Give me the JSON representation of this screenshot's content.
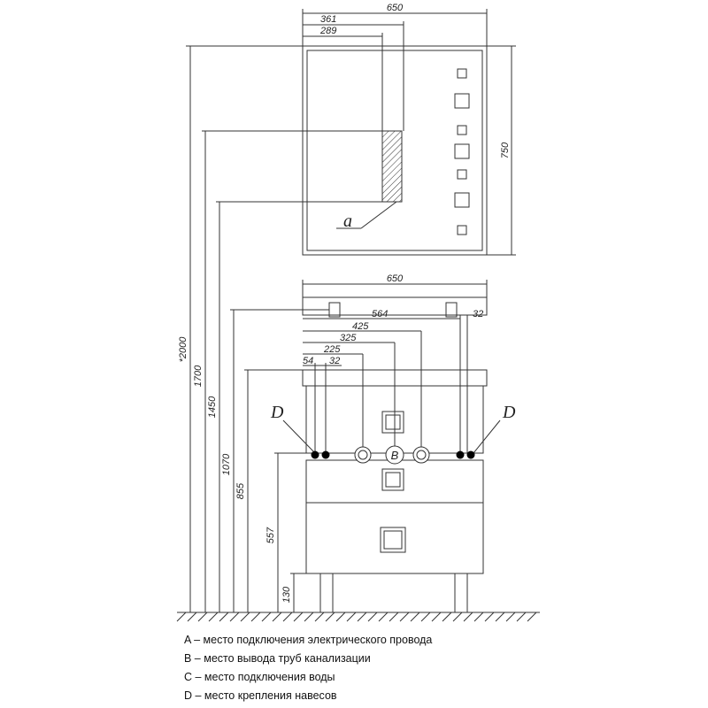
{
  "drawing": {
    "mirror": {
      "width_label": "650",
      "offset_a": "361",
      "offset_b": "289",
      "height_label": "750",
      "marker": "a"
    },
    "cabinet": {
      "width_label": "650",
      "dims_top": [
        "564",
        "32",
        "425",
        "325",
        "225",
        "54",
        "32"
      ],
      "markers": {
        "d_left": "D",
        "d_right": "D",
        "b": "B"
      }
    },
    "vertical_dims": [
      "*2000",
      "1700",
      "1450",
      "1070",
      "855",
      "557",
      "130"
    ]
  },
  "legend": [
    "A – место подключения электрического провода",
    "B – место вывода труб канализации",
    "C – место подключения воды",
    "D – место крепления навесов"
  ],
  "colors": {
    "line": "#333333",
    "fill_dark": "#000000"
  }
}
